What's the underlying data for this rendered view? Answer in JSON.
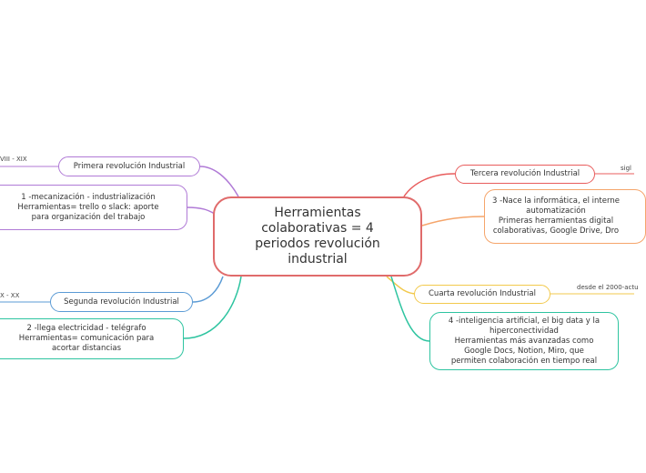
{
  "central": {
    "title": "Herramientas colaborativas = 4 periodos revolución industrial",
    "color": "#e06b6b"
  },
  "branches": [
    {
      "id": "b1",
      "color": "#b07ad6",
      "title": "Primera revolución Industrial",
      "period": "VIII - XIX",
      "detail": "1 -mecanización - industrialización\nHerramientas= trello o slack: aporte\npara organización del trabajo"
    },
    {
      "id": "b2",
      "color": "#5b9bd5",
      "title": "Segunda revolución Industrial",
      "period": "X - XX",
      "detail": "2 -llega electricidad - telégrafo\nHerramientas=  comunicación para\nacortar distancias"
    },
    {
      "id": "b3",
      "color": "#e85c5c",
      "title": "Tercera revolución Industrial",
      "period": "sigl",
      "detail": "3 -Nace la informática, el interne\nautomatización\nPrimeras herramientas digital\ncolaborativas, Google Drive, Dro"
    },
    {
      "id": "b4",
      "color": "#2ec4a0",
      "title": "Cuarta revolución Industrial",
      "period": "desde el 2000-actu",
      "detail": "4 -inteligencia artificial, el big data y la\nhiperconectividad\nHerramientas más avanzadas como\nGoogle Docs, Notion, Miro, que\npermiten colaboración en tiempo real"
    }
  ],
  "accent_colors": {
    "b3_detail": "#f5a56b",
    "b4_title": "#f2c94c"
  }
}
